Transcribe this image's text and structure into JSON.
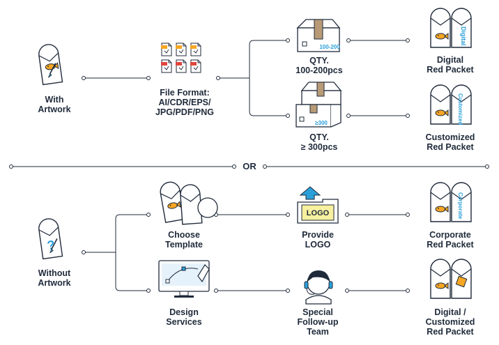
{
  "colors": {
    "line": "#1f2a3a",
    "accent_orange": "#f6a623",
    "accent_blue": "#2a9fd8",
    "box_tan": "#b89a77",
    "screen_blue": "#e6f2fb"
  },
  "separator": {
    "label": "OR"
  },
  "top": {
    "start": {
      "line1": "With",
      "line2": "Artwork",
      "icon": "red-packet-artwork-icon"
    },
    "file_format": {
      "line1": "File Format:",
      "line2": "AI/CDR/EPS/",
      "line3": "JPG/PDF/PNG",
      "icon": "file-format-icons"
    },
    "qty_small": {
      "line1": "QTY.",
      "line2": "100-200pcs",
      "box_tag": "100-200",
      "icon": "box-icon"
    },
    "qty_large": {
      "line1": "QTY.",
      "line2": "≥ 300pcs",
      "box_tag": "≥300",
      "icon": "boxes-icon"
    },
    "result_digital": {
      "line1": "Digital",
      "line2": "Red Packet",
      "packet_text": "Digital",
      "icon": "red-packet-pair-icon"
    },
    "result_customized": {
      "line1": "Customized",
      "line2": "Red Packet",
      "packet_text": "Customized",
      "icon": "red-packet-pair-icon"
    }
  },
  "bottom": {
    "start": {
      "line1": "Without",
      "line2": "Artwork",
      "icon": "red-packet-question-icon"
    },
    "template": {
      "line1": "Choose",
      "line2": "Template",
      "icon": "template-packets-icon"
    },
    "design": {
      "line1": "Design",
      "line2": "Services",
      "icon": "monitor-pen-tool-icon"
    },
    "logo": {
      "line1": "Provide",
      "line2": "LOGO",
      "logo_text": "LOGO",
      "icon": "upload-logo-icon"
    },
    "team": {
      "line1": "Special",
      "line2": "Follow-up",
      "line3": "Team",
      "icon": "headset-agent-icon"
    },
    "result_corporate": {
      "line1": "Corporate",
      "line2": "Red Packet",
      "packet_text": "Corporate",
      "icon": "red-packet-pair-icon"
    },
    "result_mixed": {
      "line1": "Digital /",
      "line2": "Customized",
      "line3": "Red Packet",
      "icon": "red-packet-pair-icon"
    }
  }
}
